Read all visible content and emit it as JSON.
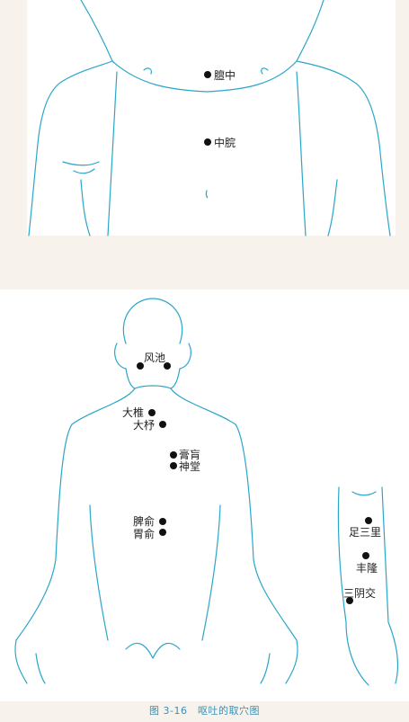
{
  "front_points": [
    {
      "id": "danzhong",
      "label": "膻中"
    },
    {
      "id": "zhongwan",
      "label": "中脘"
    }
  ],
  "back_points": [
    {
      "id": "fengchi",
      "label": "风池"
    },
    {
      "id": "dazhui",
      "label": "大椎"
    },
    {
      "id": "dazhu",
      "label": "大杼"
    },
    {
      "id": "gaohuang",
      "label": "膏肓"
    },
    {
      "id": "shentang",
      "label": "神堂"
    },
    {
      "id": "pishu",
      "label": "脾俞"
    },
    {
      "id": "weishu",
      "label": "胃俞"
    }
  ],
  "leg_points": [
    {
      "id": "zusanli",
      "label": "足三里"
    },
    {
      "id": "fenglong",
      "label": "丰隆"
    },
    {
      "id": "sanyinjiao",
      "label": "三阴交"
    }
  ],
  "caption": "图 3-16　呕吐的取穴图",
  "colors": {
    "outline": "#2aa6c9",
    "point": "#111111",
    "caption": "#3a8fb3"
  }
}
